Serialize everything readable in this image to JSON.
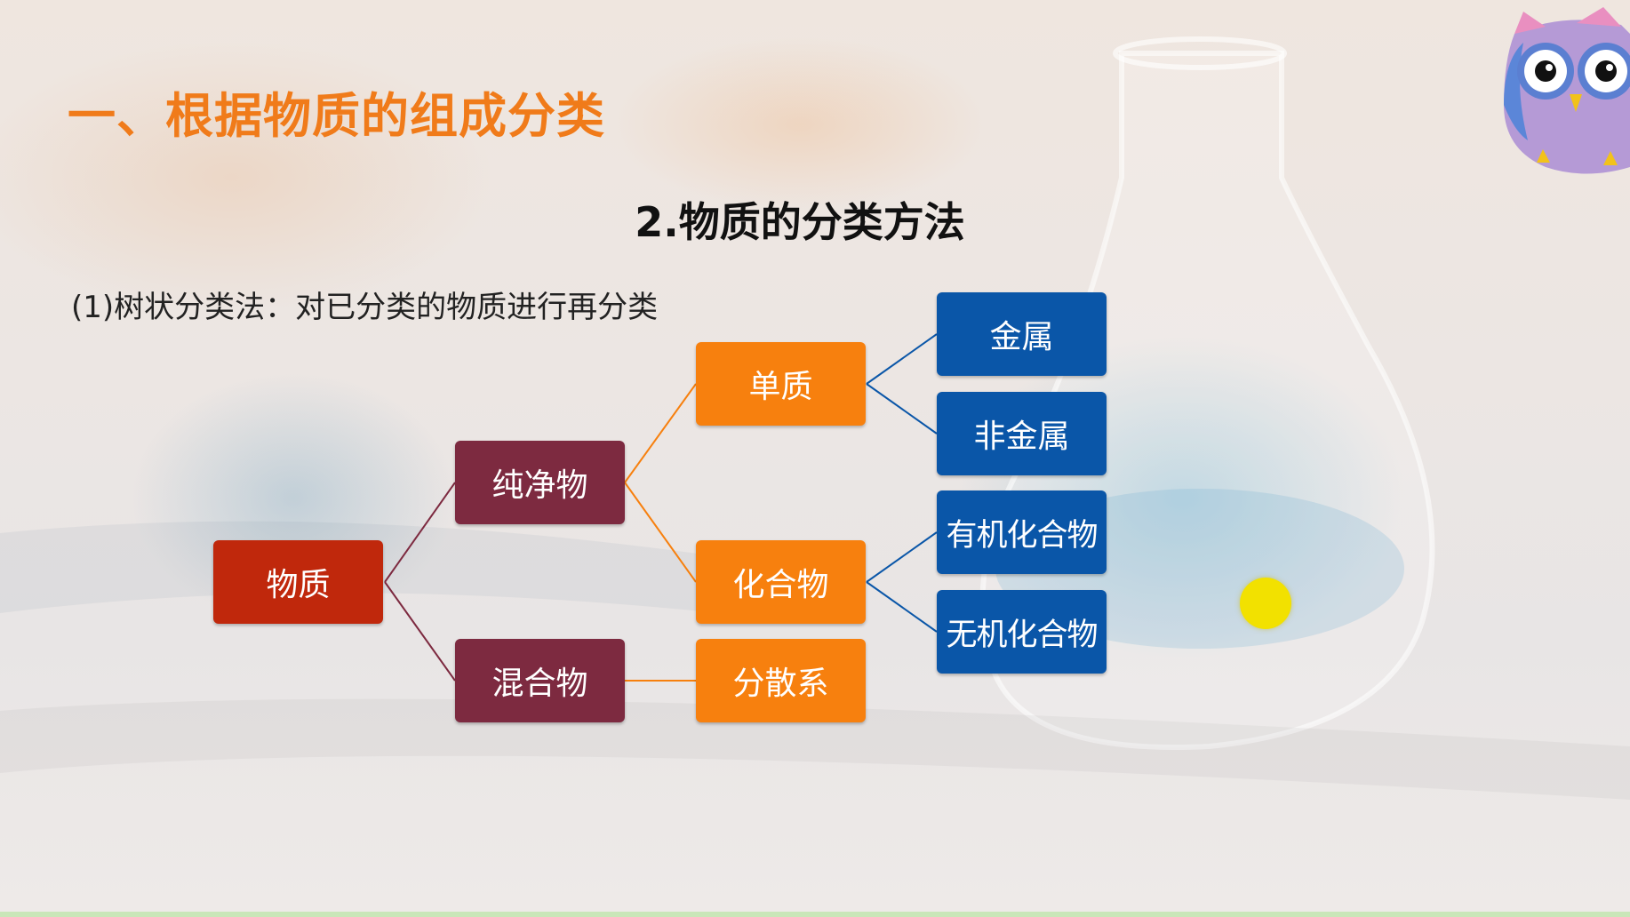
{
  "slide": {
    "heading": "一、根据物质的组成分类",
    "subtitle": "2.物质的分类方法",
    "method": "(1)树状分类法：对已分类的物质进行再分类"
  },
  "tree": {
    "root": "物质",
    "pure": "纯净物",
    "mixture": "混合物",
    "element": "单质",
    "compound": "化合物",
    "dispersion": "分散系",
    "metal": "金属",
    "nonmetal": "非金属",
    "organic": "有机化合物",
    "inorganic": "无机化合物"
  },
  "colors": {
    "heading": "#f07b1a",
    "root_box": "#c0280c",
    "level1_box": "#7d2a40",
    "level2_box": "#f7800e",
    "level3_box": "#0a56a8",
    "pointer": "#f2e100"
  },
  "icons": {
    "corner": "owl-icon",
    "pointer": "laser-pointer-dot"
  }
}
